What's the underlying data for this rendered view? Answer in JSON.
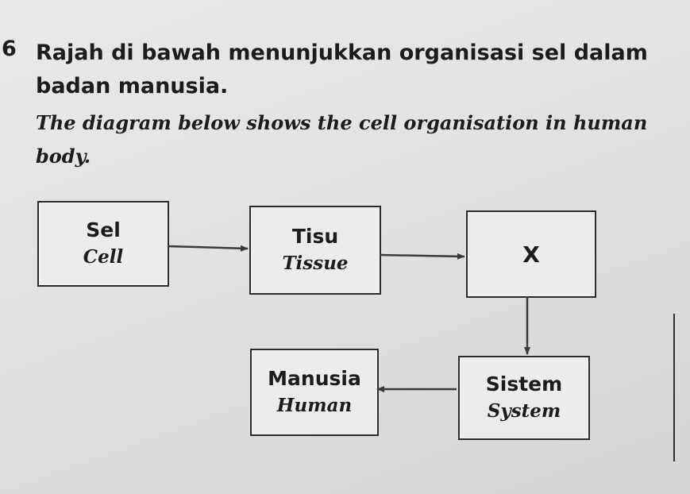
{
  "question": {
    "number": "6",
    "text_malay": "Rajah di bawah menunjukkan organisasi sel dalam badan manusia.",
    "text_english": "The diagram below shows the cell organisation in human body."
  },
  "diagram": {
    "nodes": {
      "cell": {
        "malay": "Sel",
        "english": "Cell"
      },
      "tissue": {
        "malay": "Tisu",
        "english": "Tissue"
      },
      "x": {
        "label": "X"
      },
      "system": {
        "malay": "Sistem",
        "english": "System"
      },
      "human": {
        "malay": "Manusia",
        "english": "Human"
      }
    },
    "edges": [
      {
        "from": "cell",
        "to": "tissue"
      },
      {
        "from": "tissue",
        "to": "x"
      },
      {
        "from": "x",
        "to": "system"
      },
      {
        "from": "system",
        "to": "human"
      }
    ],
    "line_color": "#3a3a3a"
  }
}
